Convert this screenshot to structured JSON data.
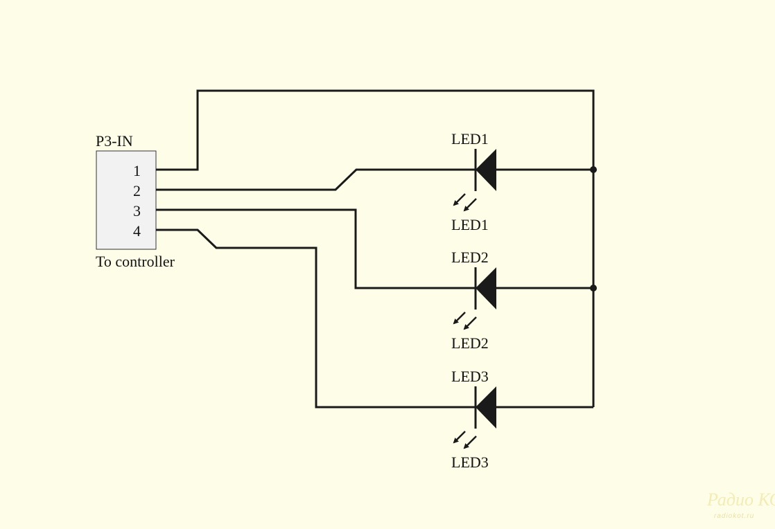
{
  "connector": {
    "name": "P3-IN",
    "note": "To controller",
    "pins": [
      "1",
      "2",
      "3",
      "4"
    ]
  },
  "leds": [
    {
      "ref": "LED1",
      "value": "LED1"
    },
    {
      "ref": "LED2",
      "value": "LED2"
    },
    {
      "ref": "LED3",
      "value": "LED3"
    }
  ],
  "watermark": {
    "logo": "Радио КОТ",
    "url": "radiokot.ru"
  },
  "colors": {
    "background": "#fefde8",
    "ink": "#1a1a1a",
    "connector_fill": "#f2f2f2"
  }
}
